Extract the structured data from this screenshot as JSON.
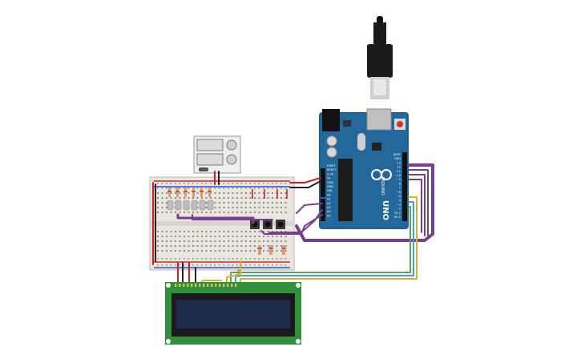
{
  "arduino": {
    "brand": "ARDUINO",
    "model": "UNO",
    "header_labels": [
      "IOREF",
      "RESET",
      "3.3V",
      "5V",
      "GND",
      "GND",
      "VIN"
    ],
    "analog_labels": [
      "A0",
      "A1",
      "A2",
      "A3",
      "A4",
      "A5"
    ],
    "digital_labels": [
      "AREF",
      "GND",
      "13",
      "12",
      "~11",
      "~10",
      "~9",
      "8",
      "7",
      "~6",
      "~5",
      "4",
      "~3",
      "2",
      "TX 1",
      "RX 0"
    ]
  },
  "colors": {
    "board": "#1f5f8b",
    "breadboard": "#e9e6df",
    "lcd_pcb": "#2f8f3a",
    "lcd_screen": "#1f2b4a",
    "wire_purple": "#7a3d8f",
    "wire_red": "#d02020",
    "wire_black": "#222222",
    "wire_yellow": "#e0b020",
    "wire_blue": "#3aa6d8",
    "wire_green": "#5aa84a"
  },
  "icons": [
    "usb-plug-icon",
    "reset-button-icon",
    "arduino-infinity-logo-icon"
  ]
}
